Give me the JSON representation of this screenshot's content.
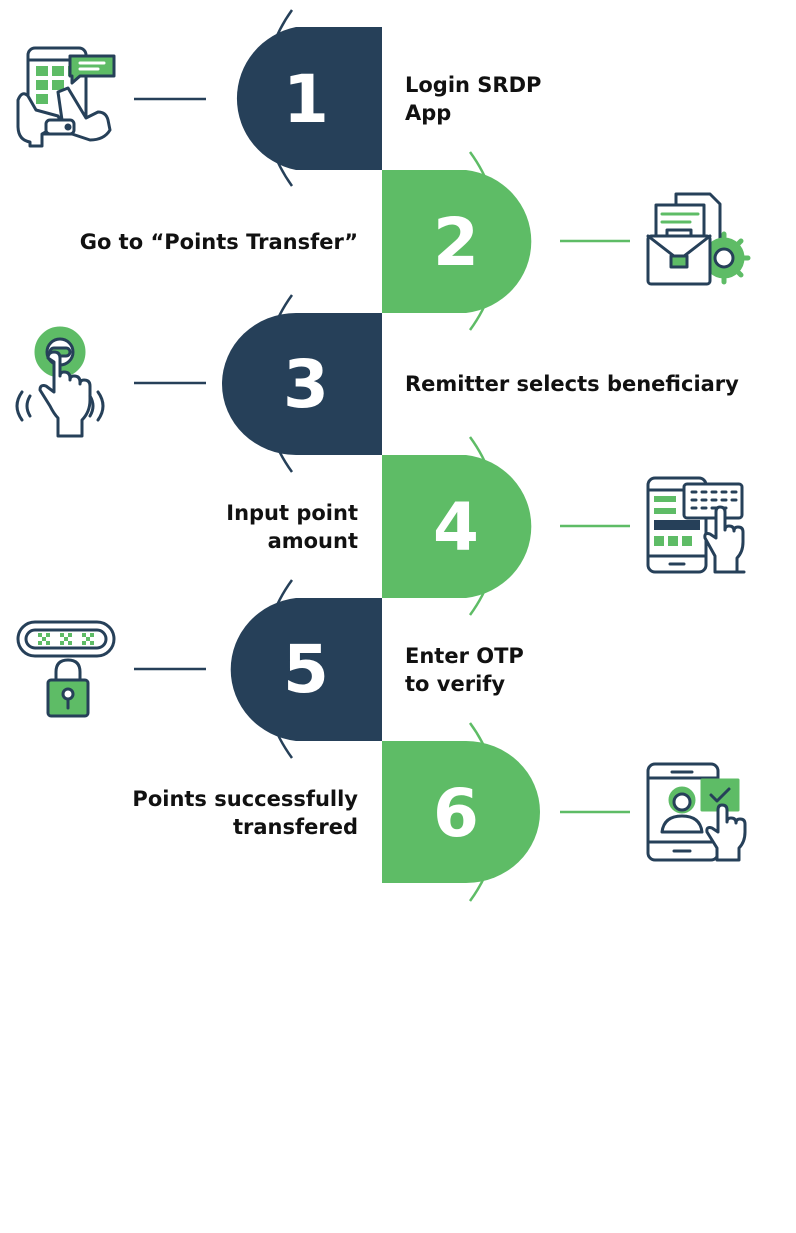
{
  "colors": {
    "navy": "#264059",
    "green": "#5ebc66",
    "line": "#264059",
    "line_green": "#5ebc66"
  },
  "steps": [
    {
      "number": "1",
      "label": [
        "Login SRDP",
        "App"
      ],
      "icon": "tablet-hand-icon",
      "color": "navy"
    },
    {
      "number": "2",
      "label": [
        "Go to “Points Transfer”"
      ],
      "icon": "briefcase-gear-icon",
      "color": "green"
    },
    {
      "number": "3",
      "label": [
        "Remitter selects beneficiary"
      ],
      "icon": "tap-button-icon",
      "color": "navy"
    },
    {
      "number": "4",
      "label": [
        "Input point",
        "amount"
      ],
      "icon": "phone-keyboard-icon",
      "color": "green"
    },
    {
      "number": "5",
      "label": [
        "Enter OTP",
        "to verify"
      ],
      "icon": "otp-lock-icon",
      "color": "navy"
    },
    {
      "number": "6",
      "label": [
        "Points successfully",
        "transfered"
      ],
      "icon": "profile-verify-icon",
      "color": "green"
    }
  ]
}
